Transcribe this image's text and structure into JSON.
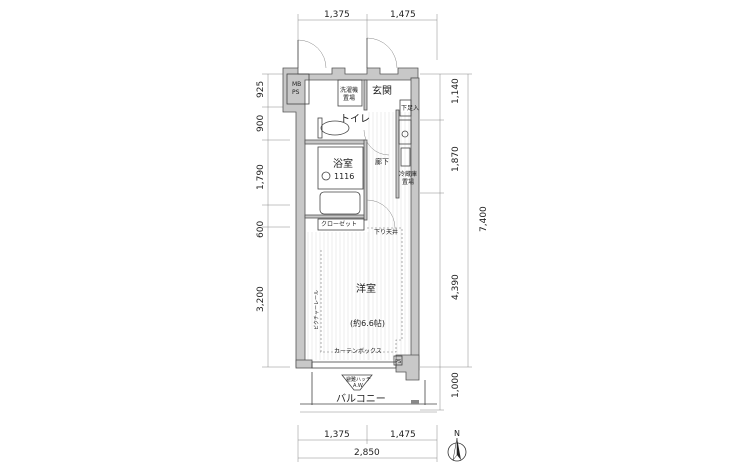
{
  "dimensions": {
    "top": [
      "1,375",
      "1,475"
    ],
    "bottom": [
      "1,375",
      "1,475"
    ],
    "bottom_total": "2,850",
    "left": [
      "925",
      "900",
      "1,790",
      "600",
      "3,200"
    ],
    "right": [
      "1,140",
      "1,870",
      "4,390",
      "1,000"
    ],
    "right_total": "7,400"
  },
  "rooms": {
    "mb_ps": [
      "MB",
      "PS"
    ],
    "laundry": [
      "洗濯機",
      "置場"
    ],
    "entrance": "玄関",
    "shoe_box": "下足入",
    "toilet": "トイレ",
    "bathroom": "浴室",
    "bath_size": "1116",
    "hallway": "廊下",
    "fridge": [
      "冷蔵庫",
      "置場"
    ],
    "closet": "クローゼット",
    "lowered_ceiling": "下り天井",
    "western_room": "洋室",
    "room_size": "(約6.6帖)",
    "picture_rail": "ピクチャーレール",
    "curtain_box": "カーテンボックス",
    "ps": "PS",
    "hatch": [
      "避難ハッチ",
      "A.W"
    ],
    "balcony": "バルコニー"
  },
  "compass": "N"
}
